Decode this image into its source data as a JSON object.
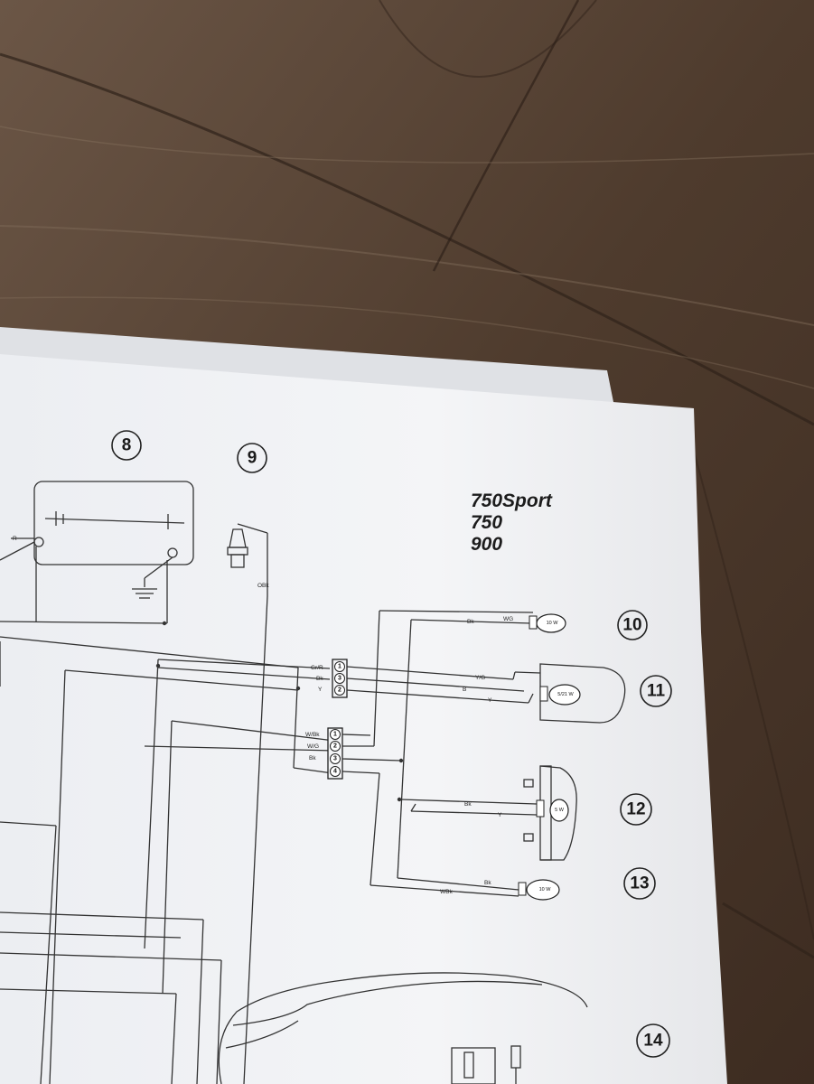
{
  "models": [
    "750Sport",
    "750",
    "900"
  ],
  "callouts": [
    "8",
    "9",
    "10",
    "11",
    "12",
    "13",
    "14"
  ],
  "wire_labels": {
    "r": "R",
    "obk": "OBk",
    "bk_top": "Bk",
    "wg_top": "WG",
    "gr_r": "Gr/R",
    "bk_c1": "Bk",
    "y_c1": "Y",
    "y_g": "Y/G",
    "b": "B",
    "y_right": "Y",
    "w_bk": "W/Bk",
    "w_g": "W/G",
    "bk_c2": "Bk",
    "bk_plate": "Bk",
    "y_plate": "Y",
    "bk_bottom": "Bk",
    "wbk": "WBk"
  },
  "connector_pins": {
    "c1": [
      "1",
      "3",
      "2"
    ],
    "c2": [
      "1",
      "2",
      "3",
      "4"
    ]
  },
  "bulbs": {
    "b10": "10 W",
    "b11": "5/21 W",
    "b12": "5 W",
    "b13": "10 W"
  },
  "colors": {
    "paper": "#f3f4f6",
    "ink": "#2a2a2a",
    "wood": "#5a4636"
  }
}
